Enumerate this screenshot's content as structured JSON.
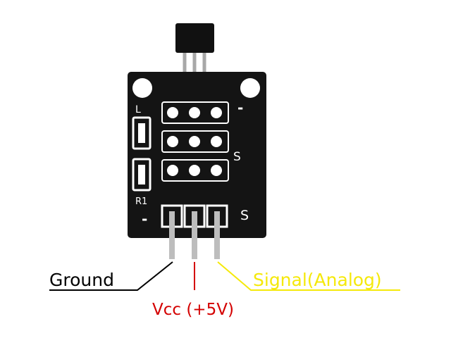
{
  "board": {
    "silkscreen": {
      "led_label": "L",
      "resistor_label": "R1",
      "minus_top": "-",
      "s_middle": "S",
      "minus_bottom": "-",
      "s_bottom": "S"
    }
  },
  "labels": {
    "ground": "Ground",
    "vcc": "Vcc (+5V)",
    "signal": "Signal(Analog)"
  },
  "colors": {
    "ground": "#000000",
    "vcc": "#d40000",
    "signal": "#f5e90a",
    "board": "#141414",
    "pin": "#bdbdbd"
  }
}
